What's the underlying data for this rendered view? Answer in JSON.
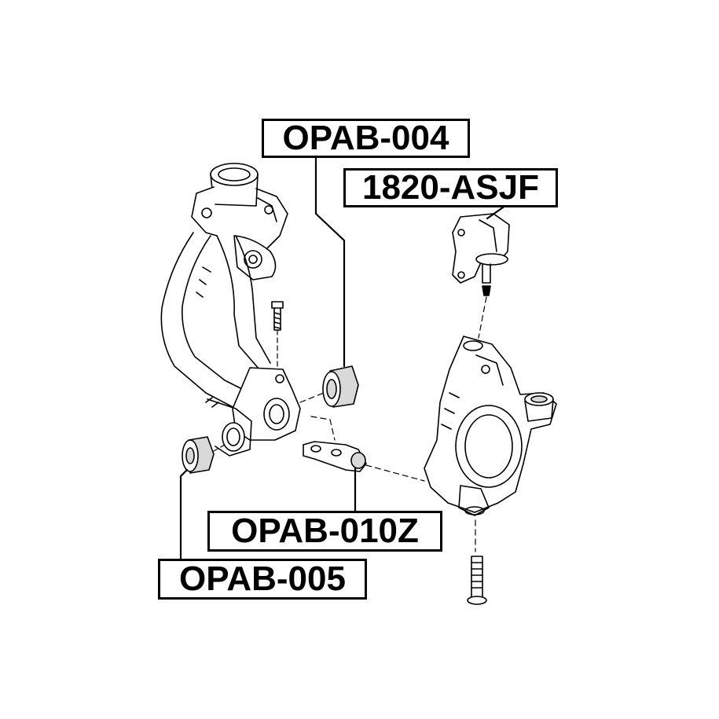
{
  "callouts": {
    "opab_004": "OPAB-004",
    "asjf_1820": "1820-ASJF",
    "opab_010z": "OPAB-010Z",
    "opab_005": "OPAB-005"
  },
  "colors": {
    "ink": "#000000",
    "paper": "#ffffff",
    "shade": "#d9d9d9"
  }
}
